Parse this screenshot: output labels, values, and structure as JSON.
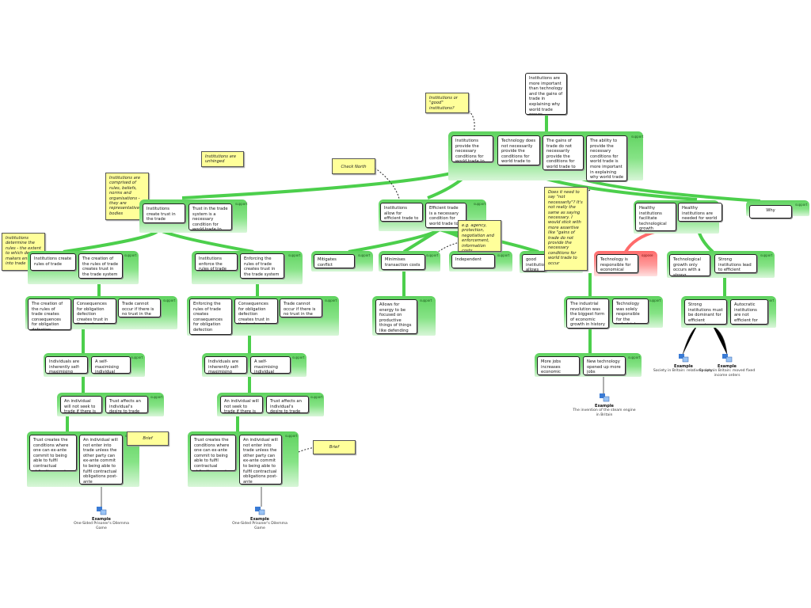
{
  "colors": {
    "support": "#5fd35f",
    "oppose": "#ff6b6b",
    "note": "#ffff9a"
  },
  "tags": {
    "support": "support",
    "oppose": "oppose"
  },
  "top": {
    "main": "Institutions are more important than technology and the gains of trade in explaining why world trade occurs",
    "r1": "Institutions provide the necessary conditions for world trade to occur",
    "r2": "Technology does not necessarily provide the conditions for world trade to occur",
    "r3": "The gains of trade do not necessarily provide the conditions for world trade to occur",
    "r4": "The ability to provide the necessary conditions for world trade is more important in explaining why world trade occurs"
  },
  "notes": {
    "good_inst": "Institutions or \"good\" institutions?",
    "unhinged": "Institutions are unhinged",
    "check_north": "Check North",
    "comprised": "Institutions are comprised of rules, beliefs, norms and organisations - they are representative bodies",
    "determine": "Institutions determine the rules - the extent to which decision makers enter into trade",
    "agency": "e.g. agency, protection, negotiation and enforcement, information costs",
    "not_necessarily": "Does it need to say \"not necessarily\"? It's not really the same as saying necessary. I would stick with more assertive like \"gains of trade do not provide the necessary conditions for world trade to occur",
    "brief_left": "Brief",
    "brief_mid": "Brief"
  },
  "left": {
    "inst_create": "Institutions create trust in the trade system",
    "trust_cond": "Trust in the trade system is a necessary condition for world trade to occur",
    "l1": "Institutions create rules of trade",
    "l2": "The creation of the rules of trade creates trust in the trade system",
    "l3": "The creation of the rules of trade creates consequences for obligation defection",
    "l4": "Consequences for obligation defection creates trust in the trade system",
    "l5": "Trade cannot occur if there is no trust in the trade system",
    "l6": "Individuals are inherently self-maximising",
    "l7": "A self-maximising individual cannot be trusted in trade",
    "l8": "An individual will not seek to trade if there is no trust",
    "l9": "Trust affects an individual's desire to trade",
    "l10": "Trust creates the conditions where one can ex-ante commit to being able to fulfil contractual obligations post-ante",
    "l11": "An individual will not enter into trade unless the other party can ex-ante commit to being able to fulfil contractual obligations post-ante",
    "ex_label": "Example",
    "ex_text": "One-Sided Prisoner's Dilemma Game"
  },
  "mid": {
    "m1": "Institutions enforce the rules of trade",
    "m2": "Enforcing the rules of trade creates trust in the trade system",
    "m3": "Enforcing the rules of trade creates consequences for obligation defection",
    "m4": "Consequences for obligation defection creates trust in the trade system",
    "m5": "Trade cannot occur if there is no trust in the trade system",
    "m6": "Individuals are inherently self-maximising",
    "m7": "A self-maximising individual cannot be trusted in trade",
    "m8": "An individual will not seek to trade if there is no trust",
    "m9": "Trust affects an individual's desire to trade",
    "m10": "Trust creates the conditions where one can ex-ante commit to being able to fulfil contractual obligations post-ante",
    "m11": "An individual will not enter into trade unless the other party can ex-ante commit to being able to fulfil contractual obligations post-ante",
    "ex_label": "Example",
    "ex_text": "One-Sided Prisoner's Dilemma Game"
  },
  "center": {
    "allow": "Institutions allow for efficient trade to occur",
    "efficient": "Efficient trade is a necessary condition for world trade to occur",
    "mitigates": "Mitigates conflict",
    "minimises": "Minimises transaction costs",
    "independent": "Independent",
    "good_inst": "good institutions allows for wealth to ...",
    "allows_energy": "Allows for energy to be focused on productive things of things like defending your own stock"
  },
  "right": {
    "healthy": "Healthy institutions facilitate technological growth",
    "healthy_needed": "Healthy institutions are needed for world trade to occur",
    "why": "Why",
    "tech_resp": "Technology is responsible for economical growth",
    "tech_growth": "Technological growth only occurs with a strong institution",
    "strong_inst": "Strong institutions lead to efficient economic growth",
    "ind_rev": "The industrial revolution was the biggest form of economic growth in history",
    "tech_solely": "Technology was solely responsible for the industrial revolution",
    "strong_dom": "Strong institutions must be dominant for efficient economic growth",
    "autocratic": "Autocratic institutions are not efficient for economic growth",
    "more_jobs": "More jobs increases economic growth",
    "new_tech": "New technology opened up more jobs",
    "ex1_label": "Example",
    "ex1_text": "The invention of the steam engine in Britain",
    "ex2_label": "Example",
    "ex2_text": "Society in Britain: relatively open",
    "ex3_label": "Example",
    "ex3_text": "Society in Britain: moved fixed income orders"
  }
}
